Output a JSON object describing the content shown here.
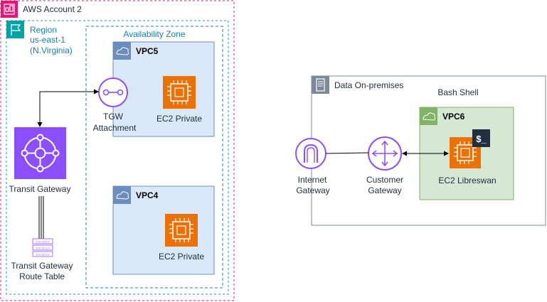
{
  "aws_account": {
    "label": "AWS Account 2",
    "color": "#e7157b"
  },
  "region": {
    "line1": "Region",
    "line2": "us-east-1",
    "line3": "(N.Virginia)",
    "color": "#00a4a6"
  },
  "availability_zone": {
    "label": "Availability Zone",
    "color": "#147eba"
  },
  "vpc5": {
    "label": "VPC5",
    "fill": "#dae8fc",
    "stroke": "#6c8ebf"
  },
  "vpc4": {
    "label": "VPC4",
    "fill": "#dae8fc",
    "stroke": "#6c8ebf"
  },
  "vpc6": {
    "label": "VPC6",
    "fill": "#d5e8d4",
    "stroke": "#82b366"
  },
  "ec2_private_vpc5": {
    "label": "EC2 Private"
  },
  "ec2_private_vpc4": {
    "label": "EC2 Private"
  },
  "tgw_attachment": {
    "line1": "TGW",
    "line2": "Attachment",
    "color": "#8c4fff"
  },
  "transit_gateway": {
    "label": "Transit Gateway",
    "color": "#8c4fff"
  },
  "route_table": {
    "line1": "Transit Gateway",
    "line2": "Route Table",
    "rows": [
      "172.16.0.0",
      "172.16.1.0",
      "172.16.2.0"
    ]
  },
  "on_premises": {
    "label": "Data On-premises"
  },
  "bash_shell": {
    "label": "Bash Shell"
  },
  "internet_gateway": {
    "line1": "Internet",
    "line2": "Gateway"
  },
  "customer_gateway": {
    "line1": "Customer",
    "line2": "Gateway"
  },
  "ec2_libreswan": {
    "label": "EC2 Libreswan"
  },
  "terminal_icon": {
    "glyph": "$_"
  },
  "colors": {
    "ec2": "#ed7100",
    "purple": "#8c4fff",
    "text": "#232f3e"
  }
}
